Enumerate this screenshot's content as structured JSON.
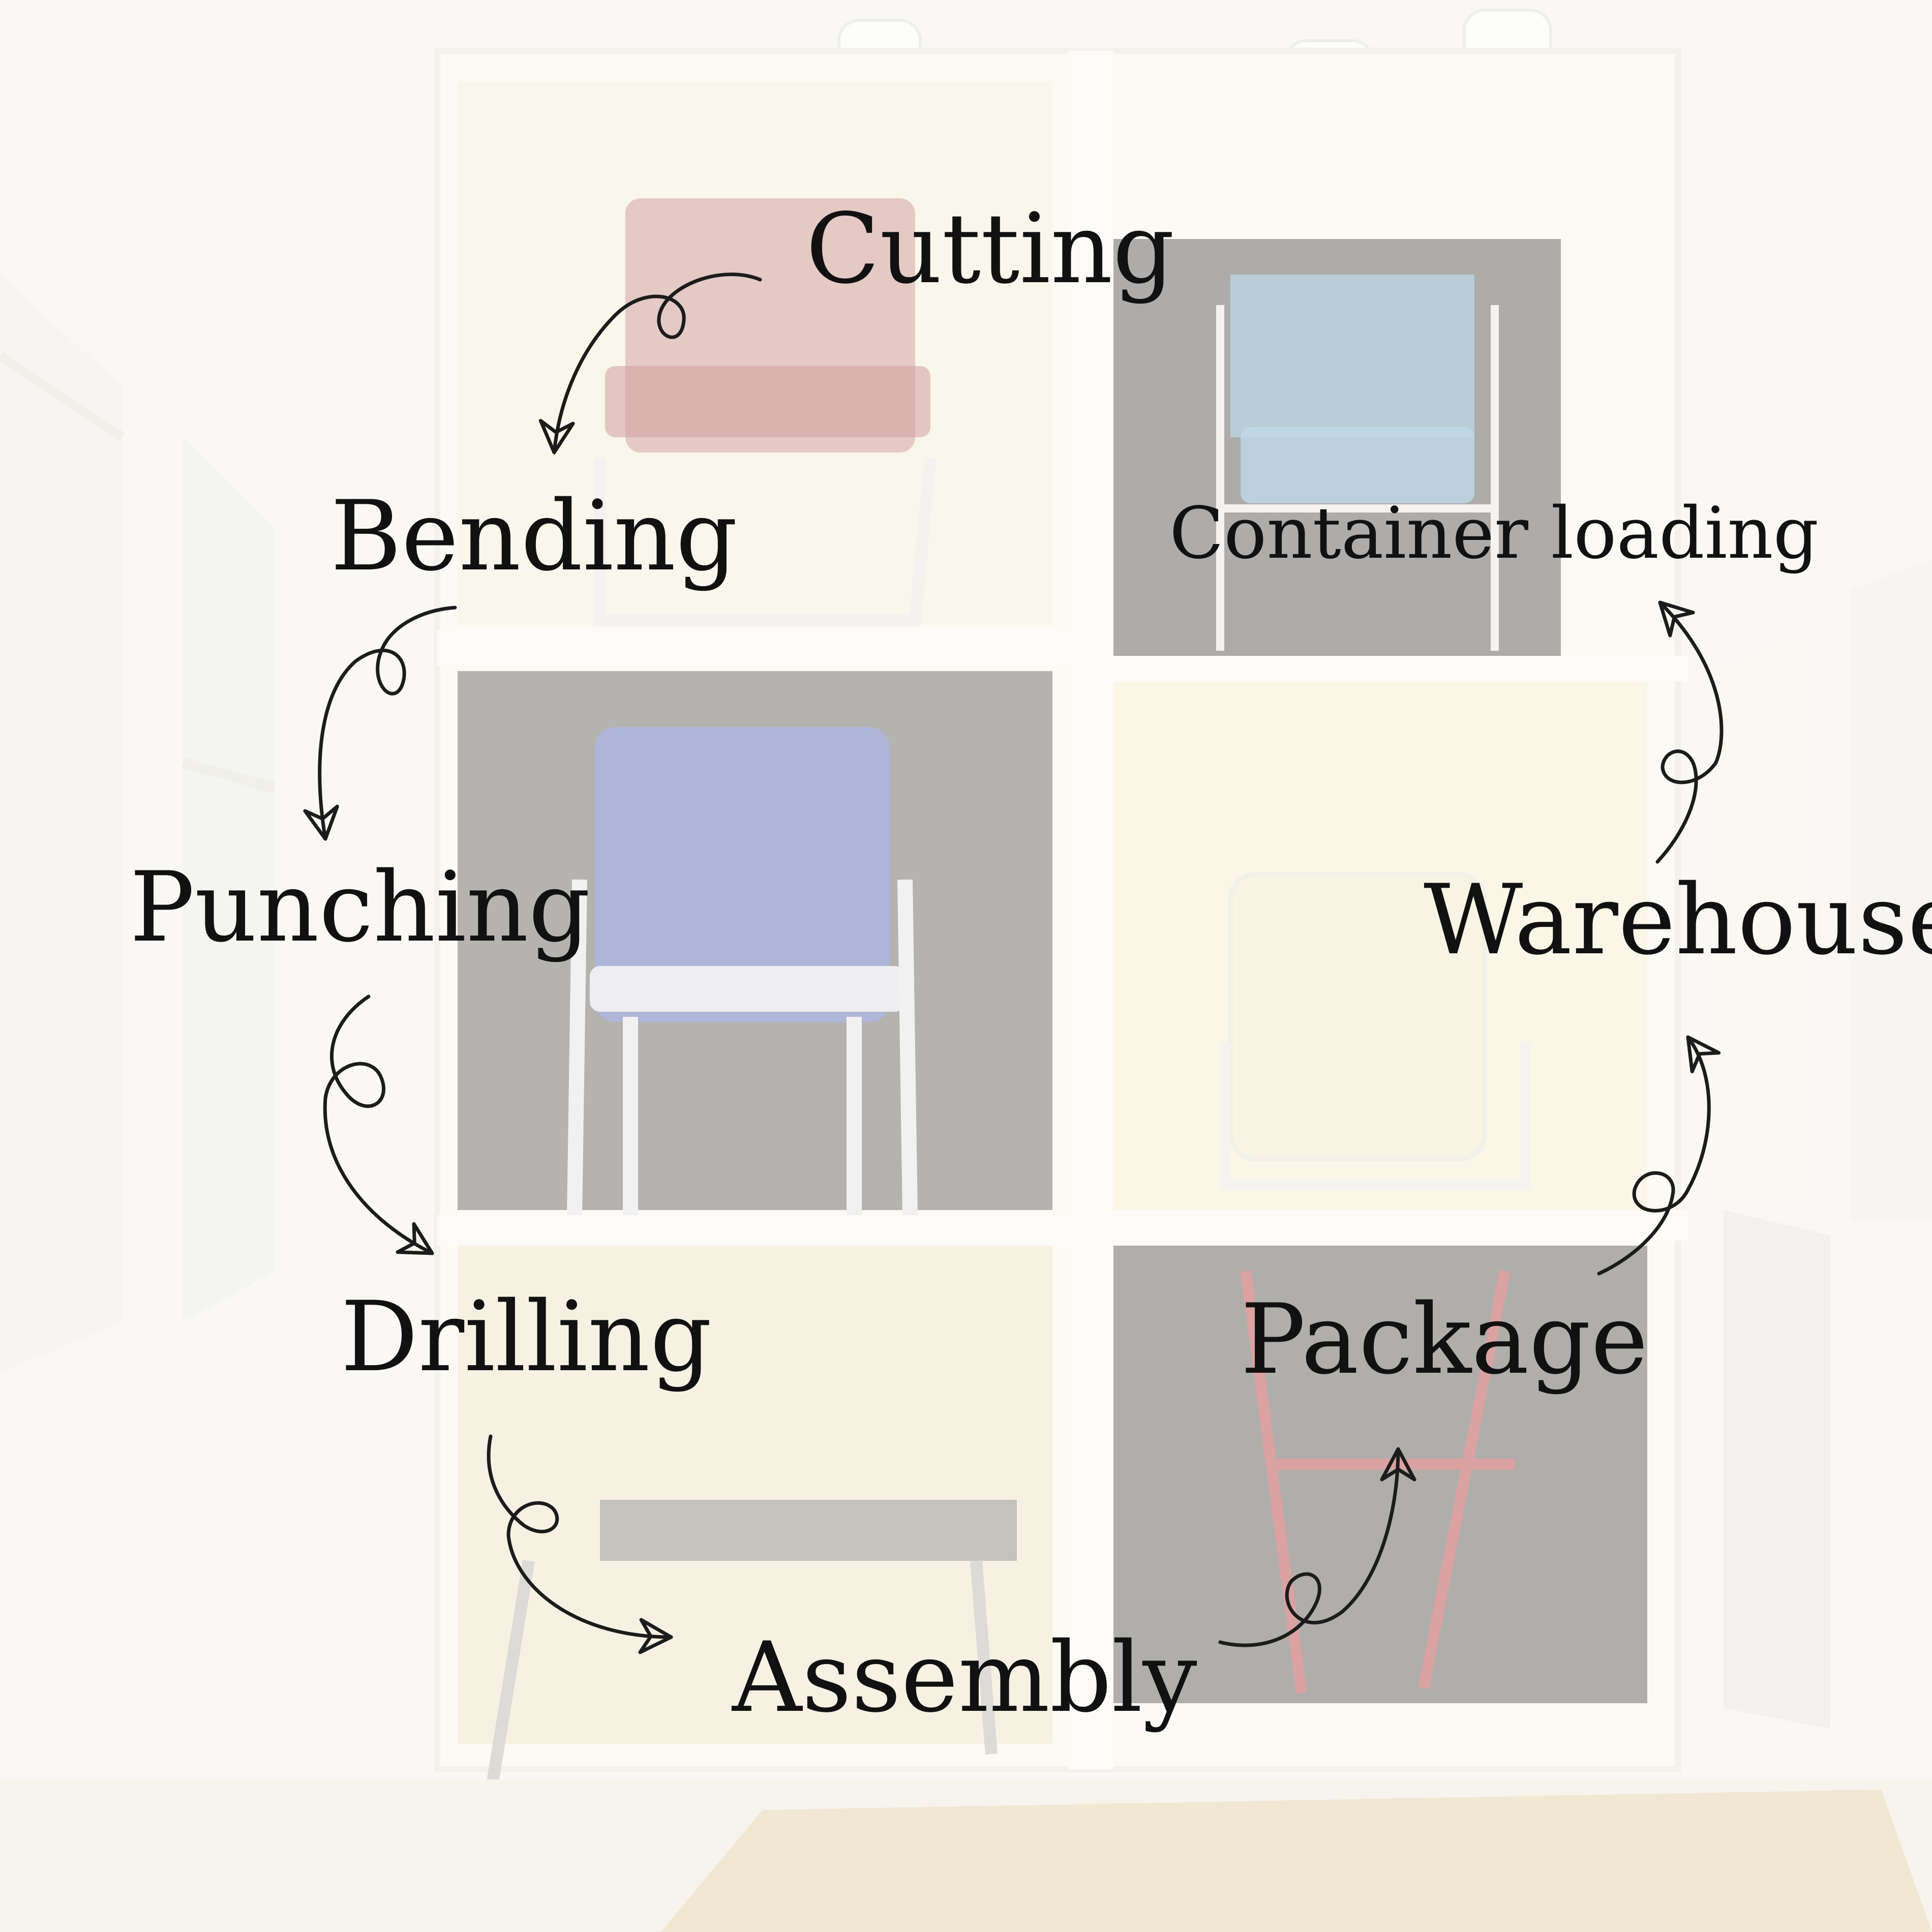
{
  "diagram": {
    "steps": [
      {
        "id": "cutting",
        "label": "Cutting"
      },
      {
        "id": "bending",
        "label": "Bending"
      },
      {
        "id": "punching",
        "label": "Punching"
      },
      {
        "id": "drilling",
        "label": "Drilling"
      },
      {
        "id": "assembly",
        "label": "Assembly"
      },
      {
        "id": "package",
        "label": "Package"
      },
      {
        "id": "warehouse",
        "label": "Warehouse"
      },
      {
        "id": "container-loading",
        "label": "Container loading"
      }
    ],
    "arrows": [
      {
        "from": "cutting",
        "to": "bending"
      },
      {
        "from": "bending",
        "to": "punching"
      },
      {
        "from": "punching",
        "to": "drilling"
      },
      {
        "from": "drilling",
        "to": "assembly"
      },
      {
        "from": "assembly",
        "to": "package"
      },
      {
        "from": "package",
        "to": "warehouse"
      },
      {
        "from": "warehouse",
        "to": "container-loading"
      }
    ],
    "label_color": "#111111",
    "arrow_color": "#1c1c1c"
  },
  "background": {
    "description_icon": "chair-showroom-shelves-image",
    "wall_color": "#f3f1e8",
    "shelf_color": "#f6f4ea",
    "dark_cell_color": "#3e3d3a",
    "chair_colors": {
      "red": "#a8484a",
      "light_blue": "#7fb3d3",
      "blue": "#5a6ee0",
      "cream": "#efe9c9",
      "red_frame": "#c94040"
    },
    "floor_color": "#d8b878"
  }
}
